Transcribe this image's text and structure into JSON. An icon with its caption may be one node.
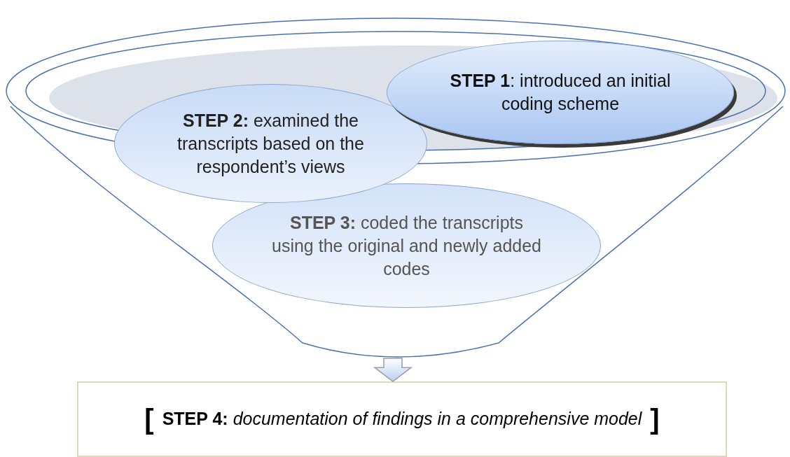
{
  "diagram": {
    "nodes": [
      {
        "text": [],
        "shape": "funnel"
      },
      {
        "text": [
          "**STEP 1**: introduced an initial coding scheme"
        ],
        "in": 0
      },
      {
        "text": [
          "**STEP 2:** examined the transcripts based on the respondent’s views"
        ],
        "in": 0
      },
      {
        "text": [
          "**STEP 3:** coded the transcripts using the original and newly added codes"
        ],
        "in": 0
      },
      {
        "text": [
          "[",
          "**STEP 4:** *documentation of findings in a comprehensive model*",
          "]"
        ]
      }
    ],
    "edges": [
      {
        "from": 0,
        "to": 4,
        "arrow": "to",
        "style": "thick"
      }
    ]
  }
}
